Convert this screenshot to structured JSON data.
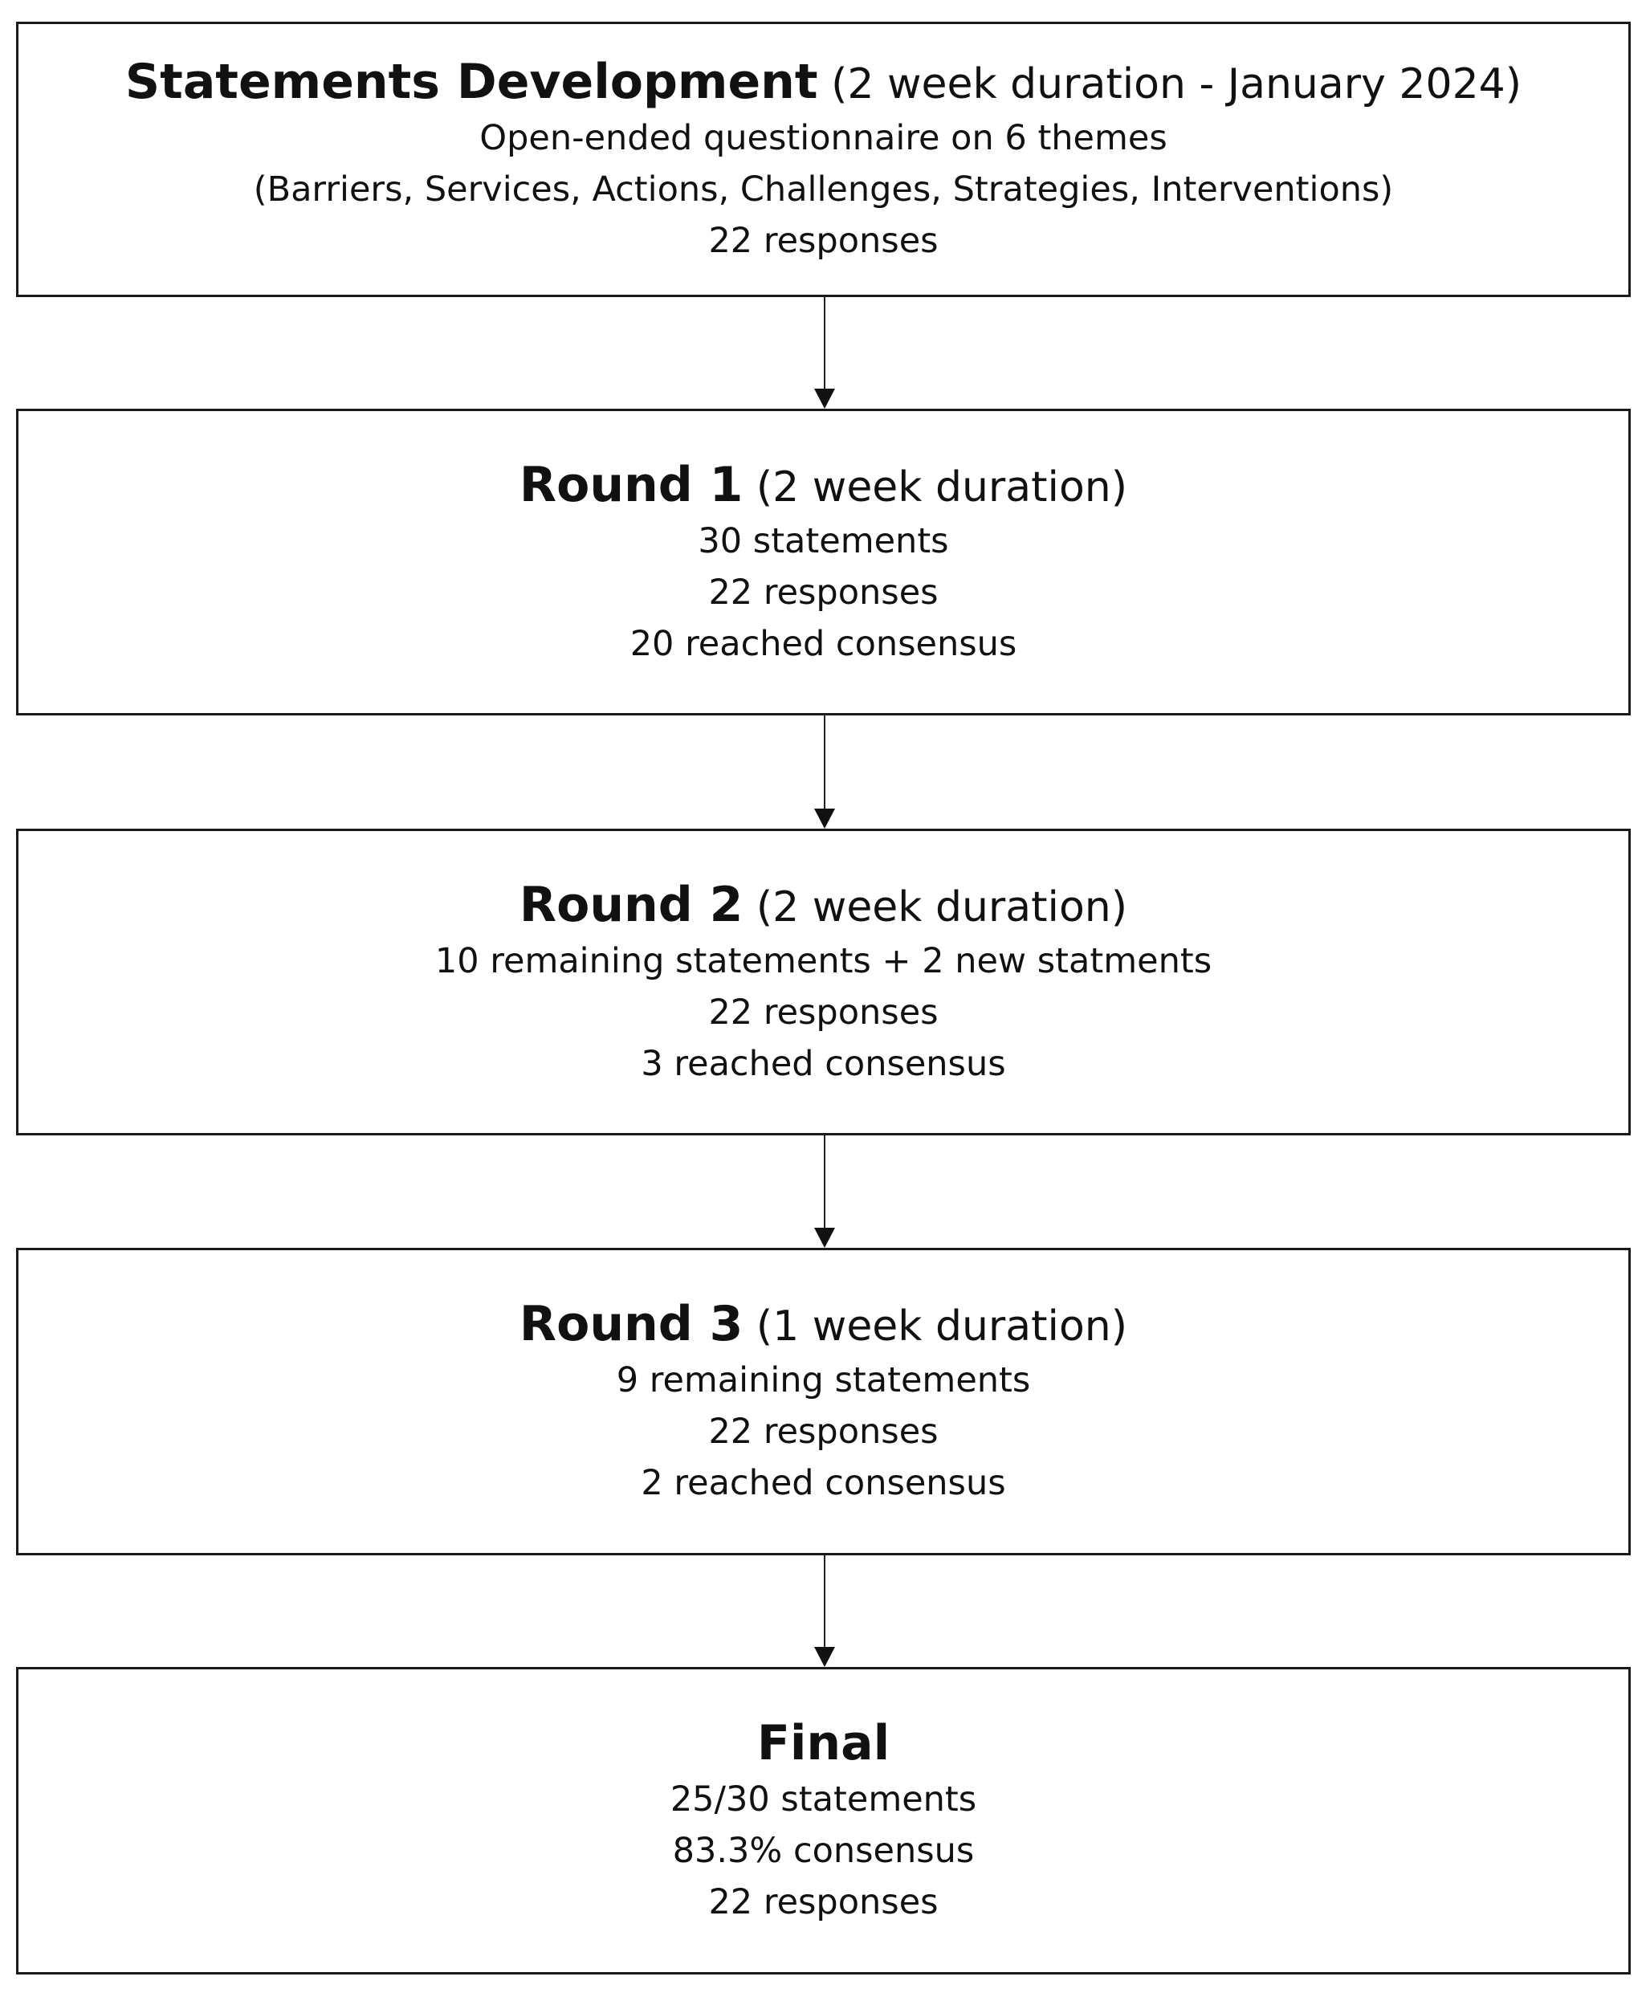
{
  "boxes": [
    {
      "title": "Statements Development",
      "subtitle": " (2 week duration - January 2024)",
      "lines": [
        "Open-ended questionnaire on 6 themes",
        "(Barriers, Services, Actions, Challenges, Strategies, Interventions)",
        "22 responses"
      ]
    },
    {
      "title": "Round 1",
      "subtitle": " (2 week duration)",
      "lines": [
        "30 statements",
        "22 responses",
        "20 reached consensus"
      ]
    },
    {
      "title": "Round 2",
      "subtitle": " (2 week duration)",
      "lines": [
        "10 remaining statements + 2 new statments",
        "22 responses",
        "3 reached consensus"
      ]
    },
    {
      "title": "Round 3",
      "subtitle": " (1 week duration)",
      "lines": [
        "9 remaining statements",
        "22 responses",
        "2 reached consensus"
      ]
    },
    {
      "title": "Final",
      "subtitle": "",
      "lines": [
        "25/30 statements",
        "83.3% consensus",
        "22 responses"
      ]
    }
  ]
}
